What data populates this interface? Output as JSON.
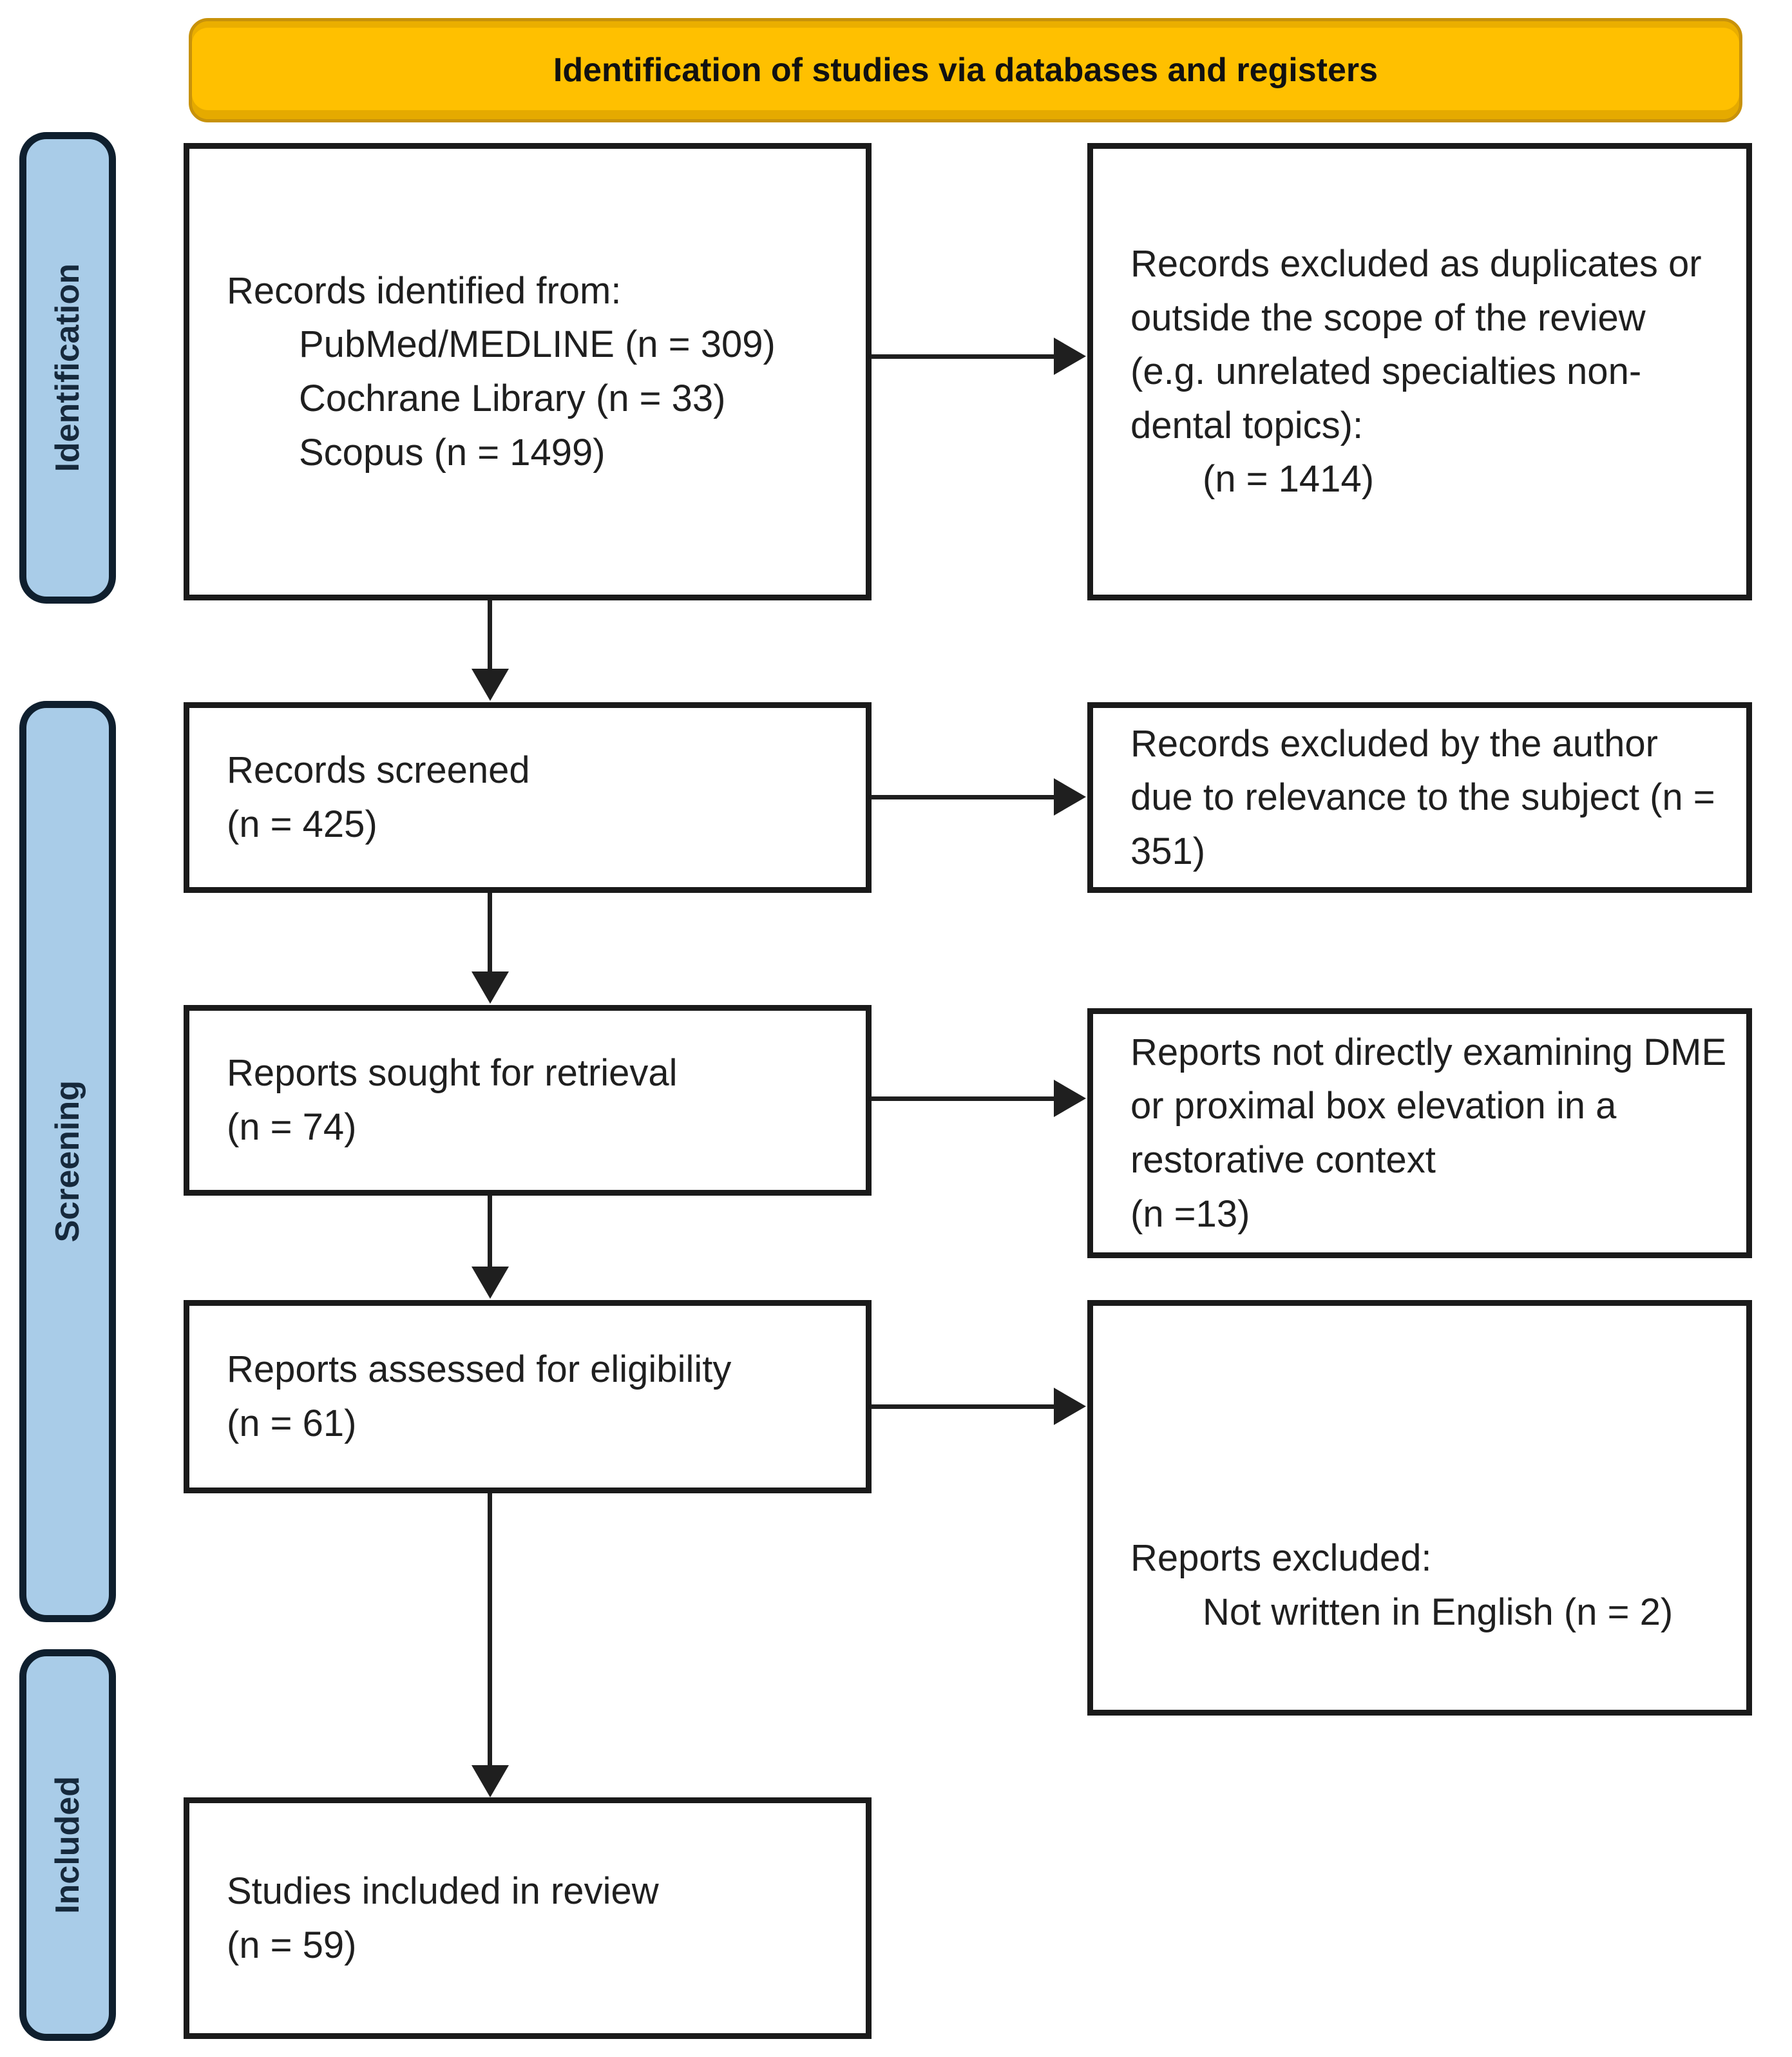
{
  "title": "Identification of studies via databases and registers",
  "stages": [
    "Identification",
    "Screening",
    "Included"
  ],
  "boxes": {
    "identified": {
      "title": "Records identified from:",
      "sources": [
        "PubMed/MEDLINE (n = 309)",
        "Cochrane Library (n = 33)",
        "Scopus (n = 1499)"
      ]
    },
    "duplicates_excluded": {
      "text": "Records excluded as duplicates or outside the scope of the review (e.g. unrelated specialties non-dental topics):",
      "count": "(n = 1414)"
    },
    "screened": {
      "title": "Records screened",
      "count": "(n = 425)"
    },
    "screened_excluded": {
      "text": "Records excluded by the author due to relevance to the subject (n = 351)"
    },
    "sought": {
      "title": "Reports sought for retrieval",
      "count": "(n = 74)"
    },
    "not_examining": {
      "text": "Reports not directly examining DME or proximal box elevation in a restorative context",
      "count": "(n =13)"
    },
    "assessed": {
      "title": "Reports assessed for eligibility",
      "count": "(n = 61)"
    },
    "reports_excluded": {
      "title": "Reports excluded:",
      "items": [
        "Not written in English (n = 2)"
      ]
    },
    "included": {
      "title": "Studies included in review",
      "count": "(n = 59)"
    }
  },
  "colors": {
    "header_bg": "#FFC000",
    "header_border": "#C8920A",
    "stage_bg": "#A9CCE8",
    "stage_border": "#0F1F2E",
    "box_border": "#1A1A1A",
    "arrow": "#1F1F1F",
    "text": "#1F1F1F"
  }
}
